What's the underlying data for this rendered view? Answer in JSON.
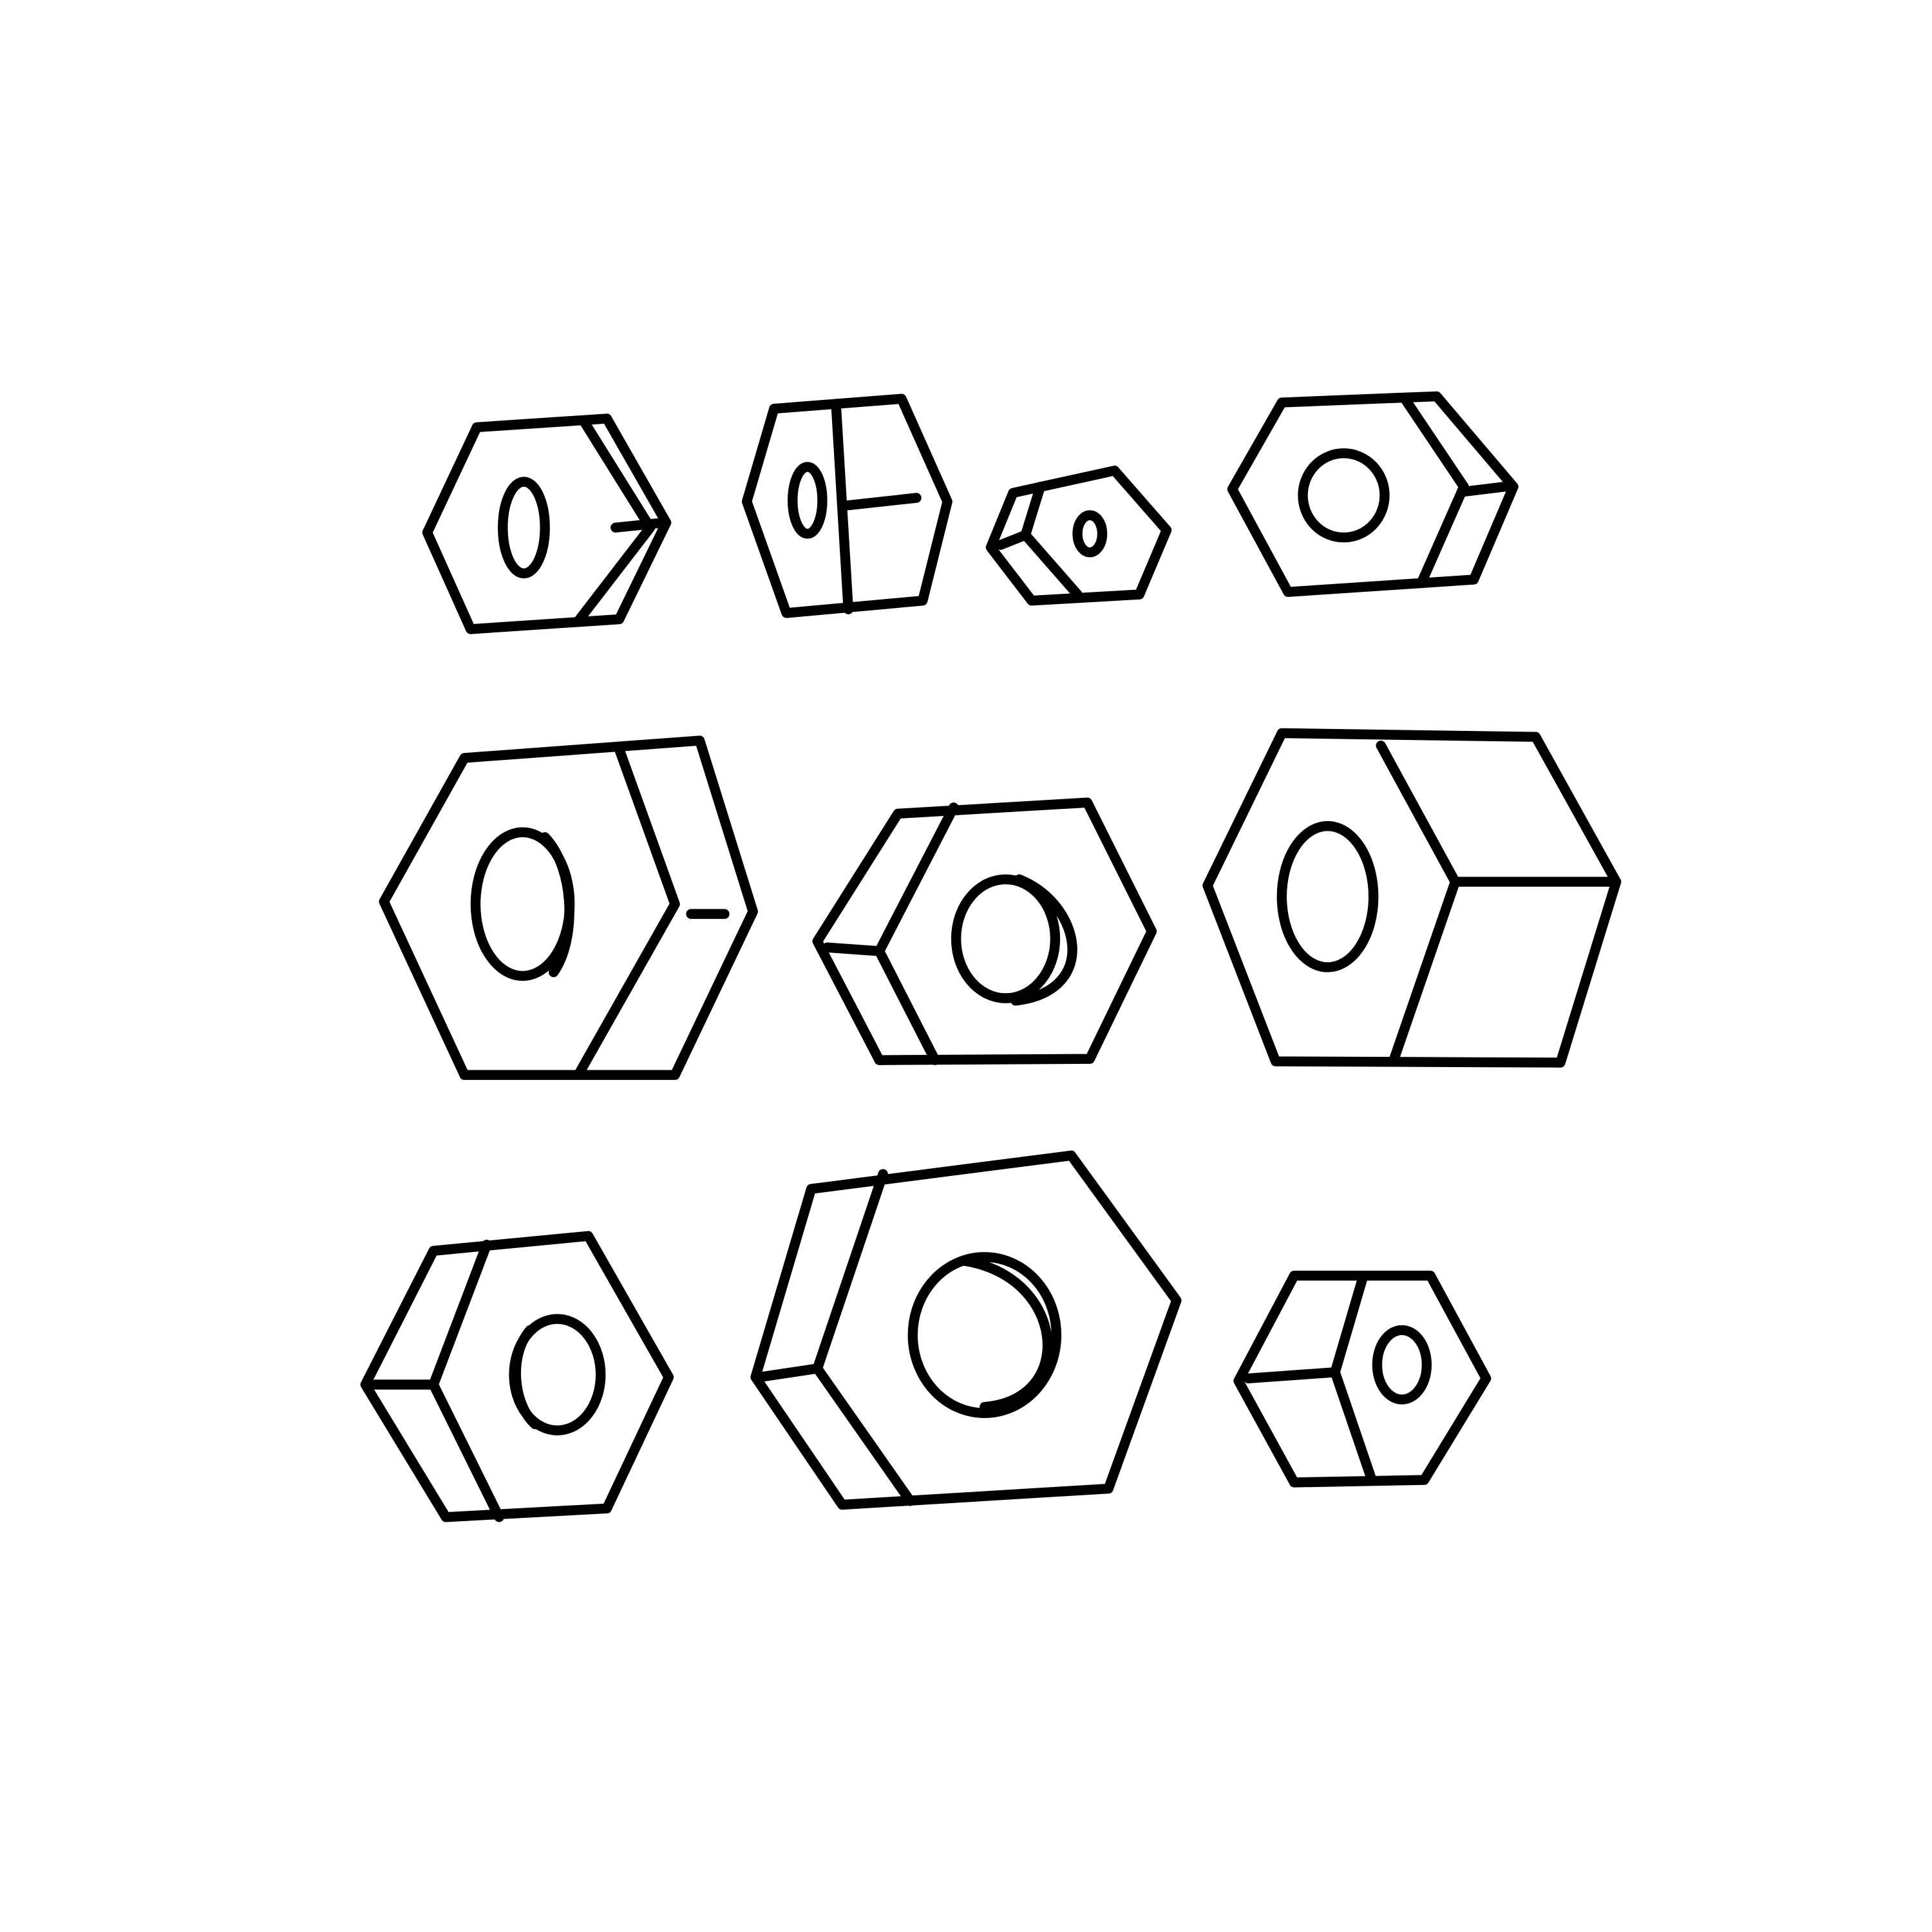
{
  "illustration": {
    "subject": "hex nuts",
    "style": "hand-drawn line art",
    "background_color": "#ffffff",
    "ink_color": "#000000",
    "rows": [
      {
        "row": 1,
        "count": 4
      },
      {
        "row": 2,
        "count": 3
      },
      {
        "row": 3,
        "count": 3
      }
    ]
  }
}
